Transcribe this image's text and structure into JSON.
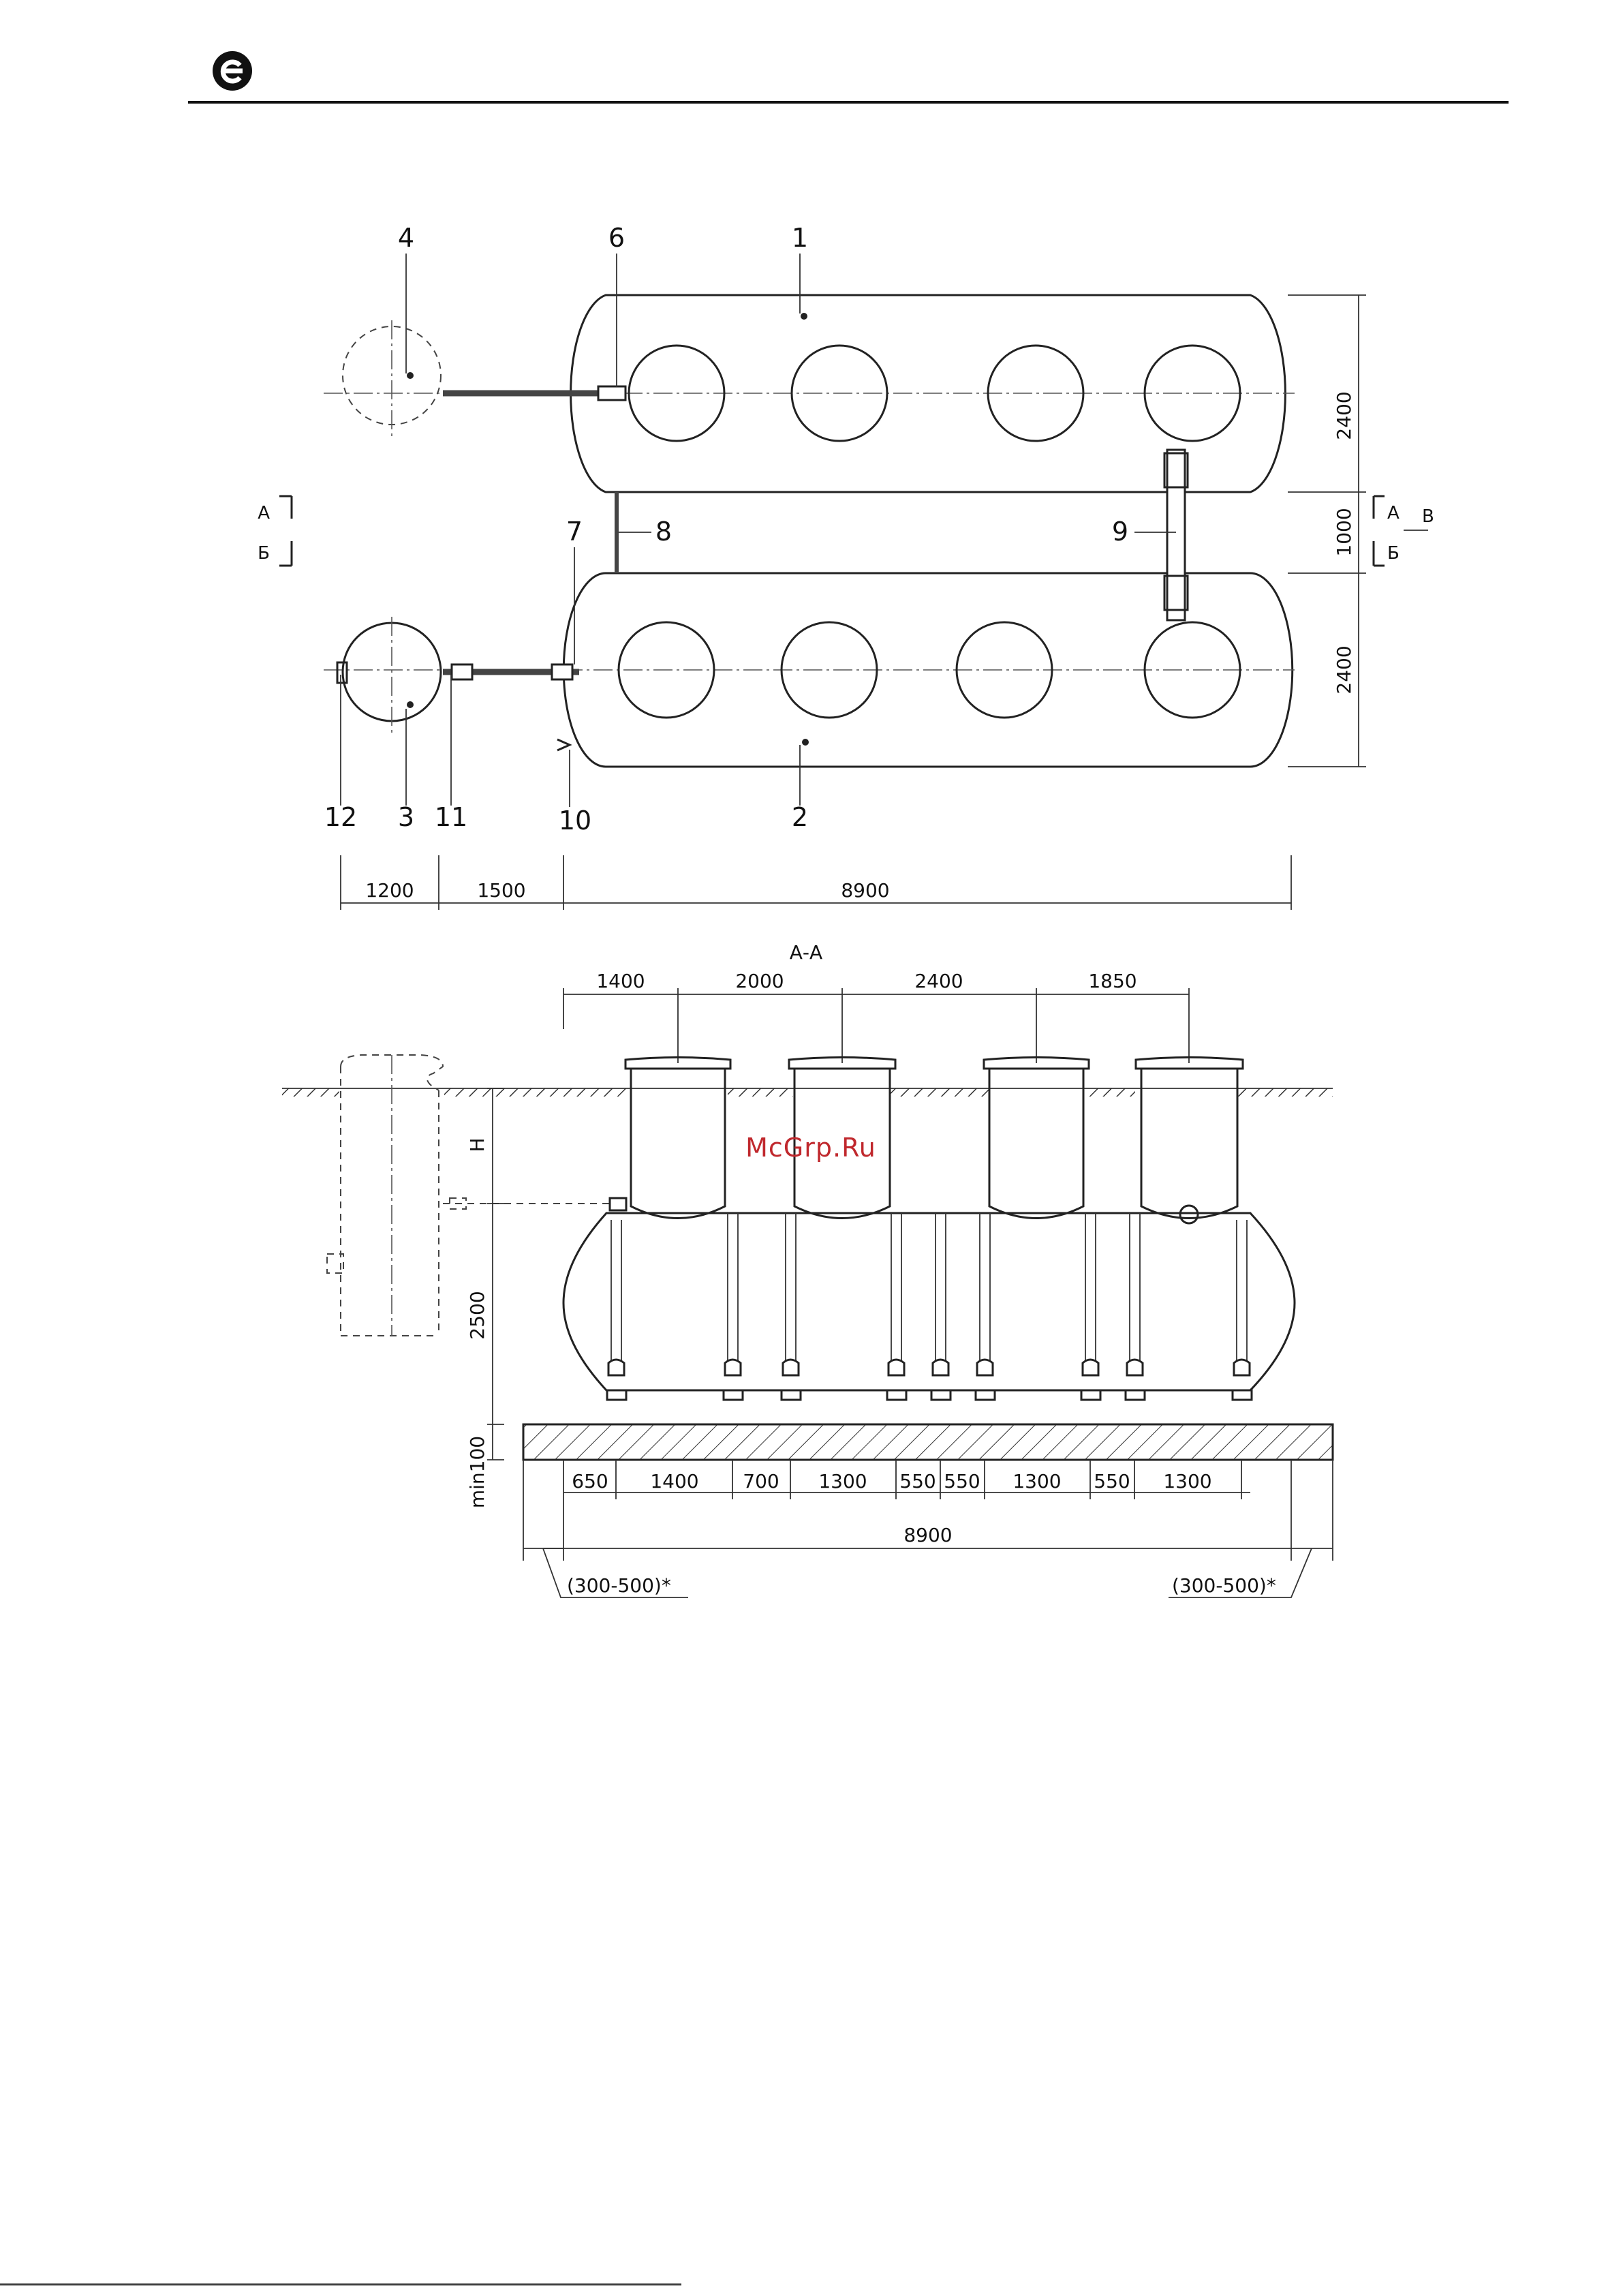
{
  "header": {
    "logo": "e-logo"
  },
  "watermark": "McGrp.Ru",
  "plan_view": {
    "callouts": {
      "c1": "1",
      "c2": "2",
      "c3": "3",
      "c4": "4",
      "c6": "6",
      "c7": "7",
      "c8": "8",
      "c9": "9",
      "c10": "10",
      "c11": "11",
      "c12": "12"
    },
    "section_marks": {
      "a_left": "А",
      "b_left": "Б",
      "a_right": "А",
      "b_right": "Б",
      "v_right": "В"
    },
    "dims_right": [
      "2400",
      "1000",
      "2400"
    ],
    "dims_bottom": [
      "1200",
      "1500",
      "8900"
    ]
  },
  "section_view": {
    "title": "А-А",
    "dims_top": [
      "1400",
      "2000",
      "2400",
      "1850"
    ],
    "label_h": "H",
    "label_height": "2500",
    "label_slab": "min100",
    "dims_bottom": [
      "650",
      "1400",
      "700",
      "1300",
      "550",
      "550",
      "1300",
      "550",
      "1300"
    ],
    "total": "8900",
    "offset_left": "(300-500)*",
    "offset_right": "(300-500)*"
  }
}
